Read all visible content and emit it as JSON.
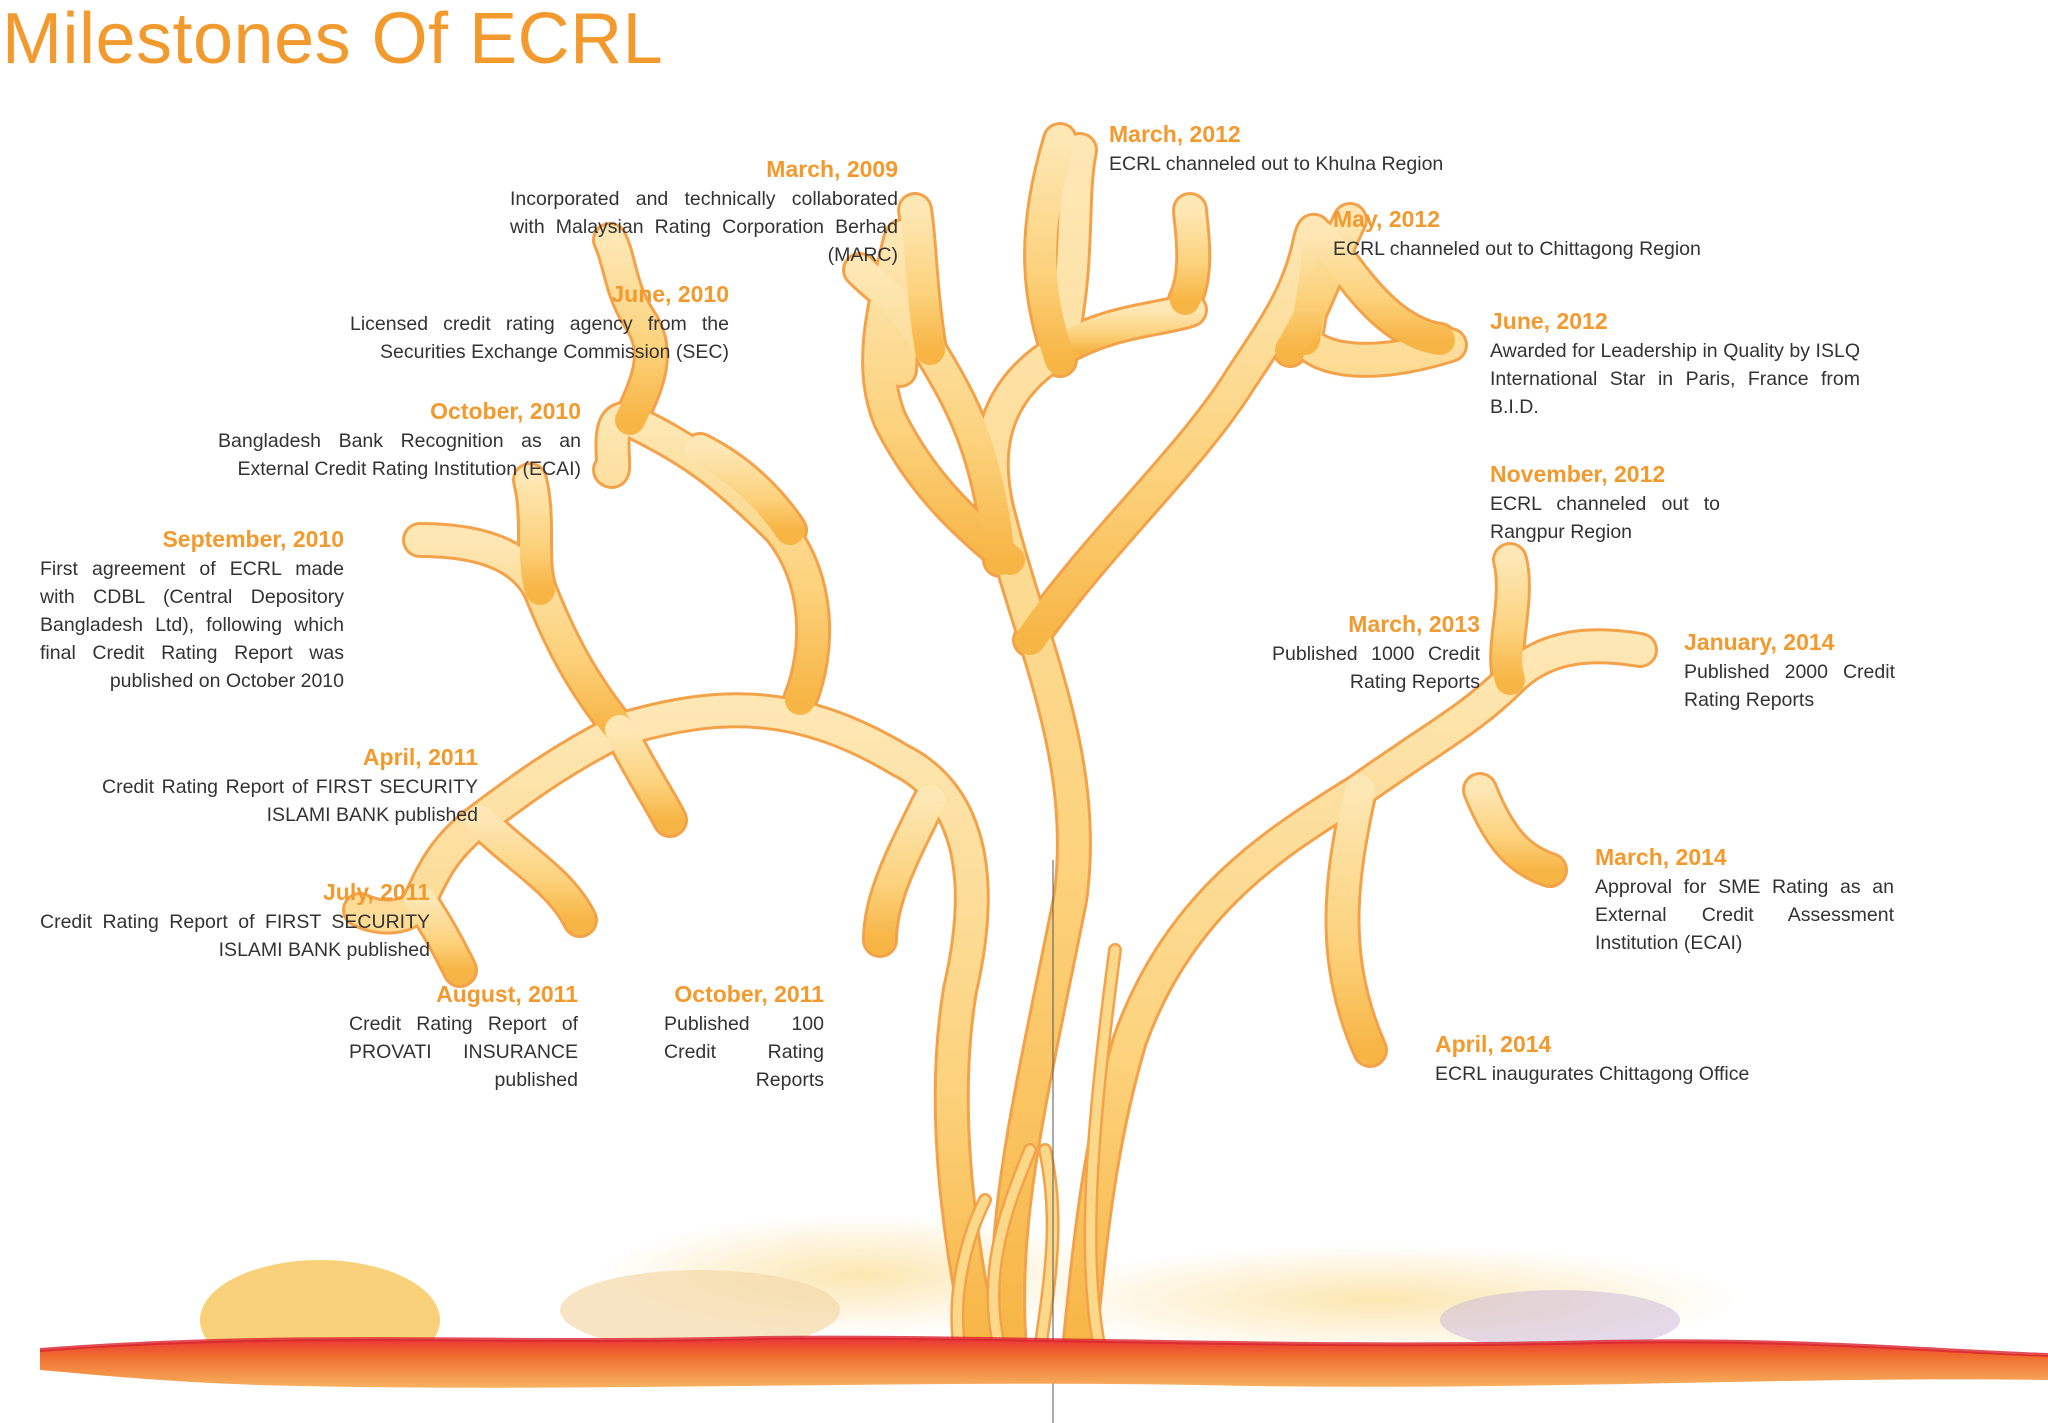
{
  "title": "Milestones Of ECRL",
  "colors": {
    "accent": "#f29a2e",
    "text": "#333333",
    "tree_outline": "#f4a24a",
    "tree_fill": "#fbd88a",
    "ground": "#e85a2a"
  },
  "milestones": [
    {
      "date": "March, 2009",
      "text": "Incorporated and technically collaborated with Malaysian Rating Corporation Berhad (MARC)"
    },
    {
      "date": "June, 2010",
      "text": "Licensed credit rating agency from the Securities Exchange Commission (SEC)"
    },
    {
      "date": "October, 2010",
      "text": "Bangladesh Bank Recognition as an External Credit Rating Institution (ECAI)"
    },
    {
      "date": "September, 2010",
      "text": "First agreement of ECRL made with CDBL (Central Depository Bangladesh Ltd), following which final Credit Rating Report was published on October 2010"
    },
    {
      "date": "April, 2011",
      "text": "Credit Rating Report of FIRST SECURITY ISLAMI BANK published"
    },
    {
      "date": "July, 2011",
      "text": "Credit Rating Report of FIRST SECURITY ISLAMI BANK published"
    },
    {
      "date": "August, 2011",
      "text": "Credit Rating Report of PROVATI INSURANCE published"
    },
    {
      "date": "October, 2011",
      "text": "Published 100 Credit Rating Reports"
    },
    {
      "date": "March, 2012",
      "text": "ECRL channeled out to Khulna Region"
    },
    {
      "date": "May, 2012",
      "text": "ECRL channeled out to Chittagong Region"
    },
    {
      "date": "June, 2012",
      "text": "Awarded for Leadership in Quality by ISLQ International Star in Paris, France from B.I.D."
    },
    {
      "date": "November, 2012",
      "text": "ECRL channeled out to Rangpur Region"
    },
    {
      "date": "March, 2013",
      "text": "Published 1000 Credit Rating Reports"
    },
    {
      "date": "January, 2014",
      "text": "Published 2000 Credit Rating Reports"
    },
    {
      "date": "March, 2014",
      "text": "Approval for SME Rating as an External Credit Assessment Institution (ECAI)"
    },
    {
      "date": "April, 2014",
      "text": "ECRL inaugurates Chittagong Office"
    }
  ]
}
